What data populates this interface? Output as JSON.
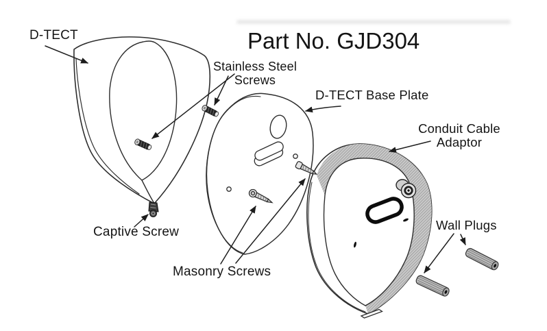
{
  "diagram": {
    "title": "Part No. GJD304",
    "labels": {
      "cover": "D-TECT",
      "stainless_screws": "Stainless Steel\nScrews",
      "base_plate": "D-TECT Base Plate",
      "conduit_adaptor": "Conduit Cable\nAdaptor",
      "captive_screw": "Captive Screw",
      "masonry_screws": "Masonry Screws",
      "wall_plugs": "Wall Plugs"
    },
    "colors": {
      "background": "#ffffff",
      "line": "#2d2d2d",
      "text": "#141414"
    }
  }
}
